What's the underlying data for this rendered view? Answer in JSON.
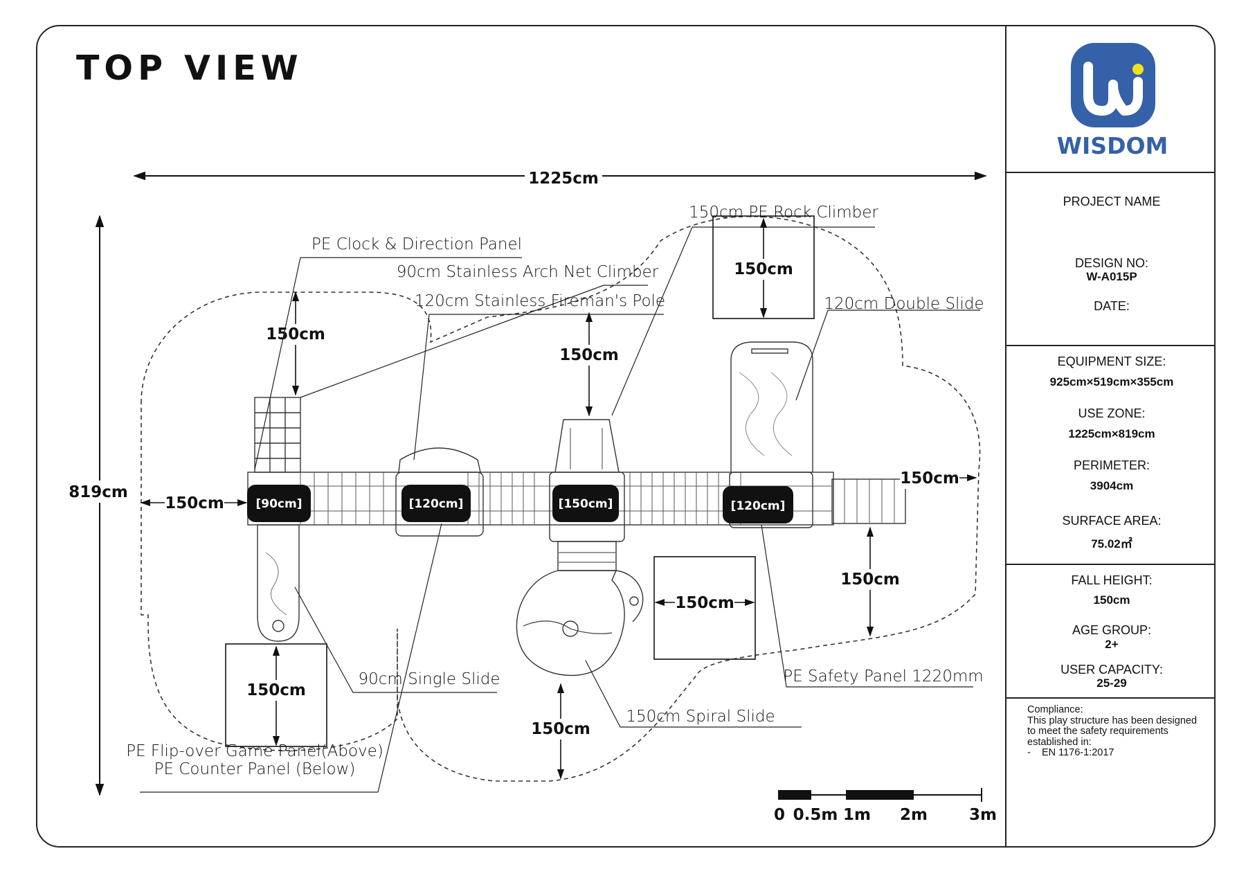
{
  "title": "TOP VIEW",
  "brand": {
    "name": "WISDOM",
    "logo_color": "#3461A8",
    "dot_color": "#F2E21B"
  },
  "dimensions": {
    "width": "1225cm",
    "height": "819cm",
    "clearance": "150cm"
  },
  "decks": [
    "[90cm]",
    "[120cm]",
    "[150cm]",
    "[120cm]"
  ],
  "labels": {
    "clock_panel": "PE Clock & Direction Panel",
    "arch_net": "90cm Stainless Arch Net Climber",
    "fireman_pole": "120cm Stainless Fireman's Pole",
    "rock_climber": "150cm PE Rock Climber",
    "double_slide": "120cm Double Slide",
    "single_slide": "90cm Single Slide",
    "flip_panel": "PE Flip-over Game Panel(Above)",
    "counter_panel": "PE Counter Panel (Below)",
    "spiral_slide": "150cm Spiral Slide",
    "safety_panel": "PE Safety Panel 1220mm"
  },
  "scale_bar": {
    "ticks": [
      "0",
      "0.5m",
      "1m",
      "2m",
      "3m"
    ]
  },
  "title_block": {
    "project_name_label": "PROJECT NAME",
    "design_no_label": "DESIGN NO:",
    "design_no": "W-A015P",
    "date_label": "DATE:",
    "equipment_size_label": "EQUIPMENT SIZE:",
    "equipment_size": "925cm×519cm×355cm",
    "use_zone_label": "USE ZONE:",
    "use_zone": "1225cm×819cm",
    "perimeter_label": "PERIMETER:",
    "perimeter": "3904cm",
    "surface_area_label": "SURFACE AREA:",
    "surface_area": "75.02㎡",
    "fall_height_label": "FALL HEIGHT:",
    "fall_height": "150cm",
    "age_group_label": "AGE GROUP:",
    "age_group": "2+",
    "user_capacity_label": "USER CAPACITY:",
    "user_capacity": "25-29",
    "compliance_title": "Compliance:",
    "compliance_lines": [
      "This play structure has been designed",
      "to meet the safety requirements",
      "established in:",
      "-    EN 1176-1:2017"
    ]
  }
}
